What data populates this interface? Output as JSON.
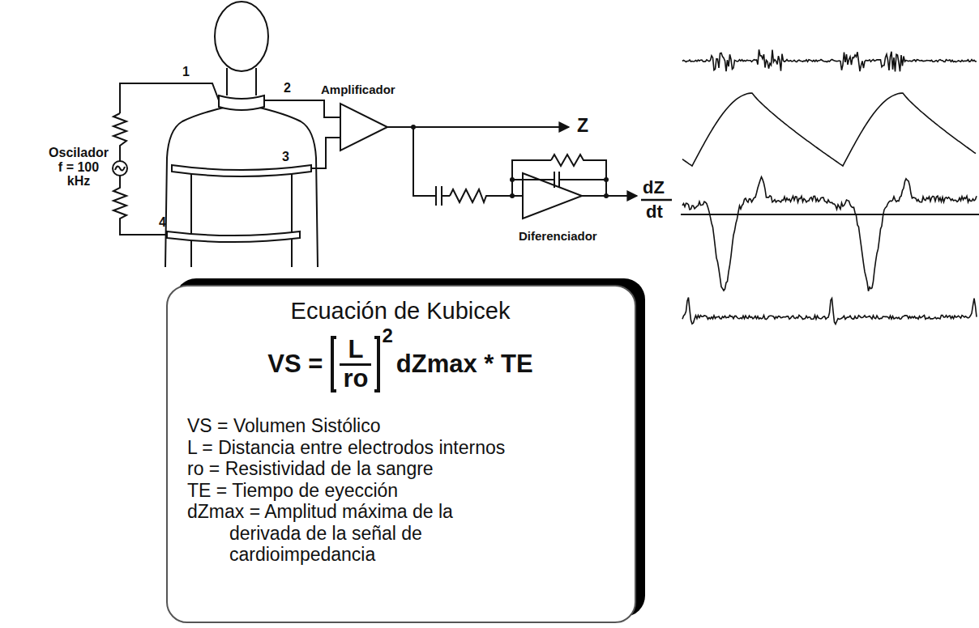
{
  "diagram": {
    "nodes": [
      {
        "text": [
          "Ecuación de Kubicek",
          "VS =",
          "L",
          "ro",
          "2",
          "dZmax * TE",
          "VS = Volumen Sistólico",
          "L = Distancia entre electrodos internos",
          "ro = Resistividad de la sangre",
          "TE = Tiempo de eyección",
          "dZmax = Amplitud máxima de la derivada de la señal de cardioimpedancia"
        ]
      }
    ],
    "labels": [
      "Oscilador f = 100 kHz",
      "1",
      "2",
      "Amplificador",
      "3",
      "4",
      "Z",
      "dZ",
      "dt",
      "Diferenciador"
    ]
  }
}
